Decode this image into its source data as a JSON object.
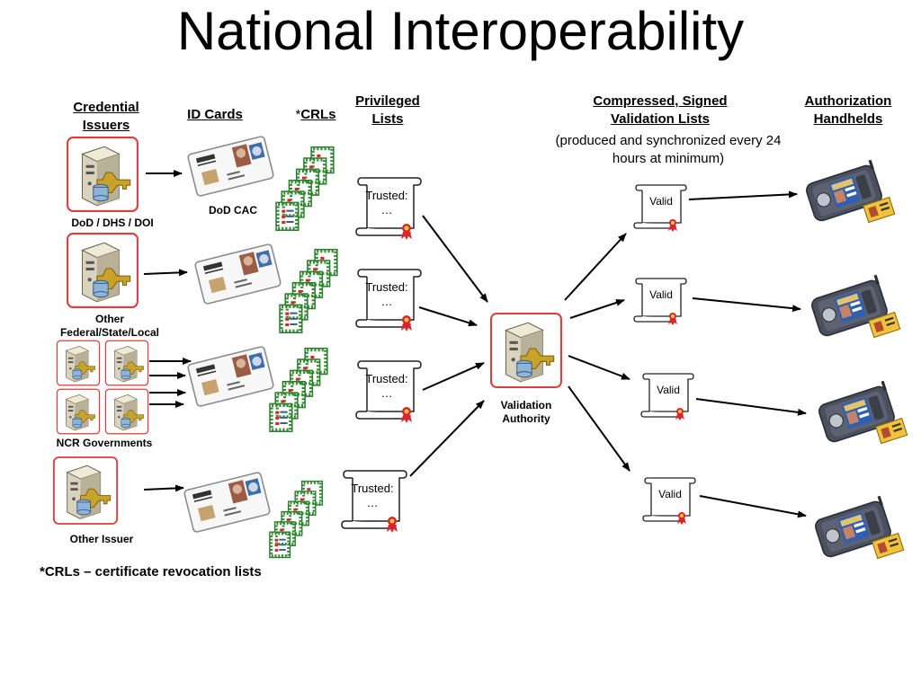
{
  "title": "National Interoperability",
  "headers": {
    "credential_issuers": "Credential Issuers",
    "id_cards": "ID Cards",
    "crls_prefix": "*",
    "crls": "CRLs",
    "privileged_lists": "Privileged Lists",
    "validation_lists": "Compressed, Signed Validation Lists",
    "validation_lists_note": "(produced and synchronized every 24 hours at minimum)",
    "handhelds": "Authorization Handhelds"
  },
  "issuers": {
    "dod": "DoD / DHS / DOI",
    "other_federal": "Other Federal/State/Local",
    "ncr": "NCR Governments",
    "other": "Other Issuer"
  },
  "card_label": "DoD CAC",
  "trusted": {
    "label": "Trusted:",
    "ellipsis": "…"
  },
  "validation_authority": "Validation Authority",
  "valid_label": "Valid",
  "footnote": "*CRLs – certificate revocation lists",
  "colors": {
    "server_border": "#e23b3b",
    "crl_green": "#2e8b2e",
    "seal_red": "#d8262c",
    "key_gold": "#c9a227",
    "device_body": "#4a505e"
  }
}
